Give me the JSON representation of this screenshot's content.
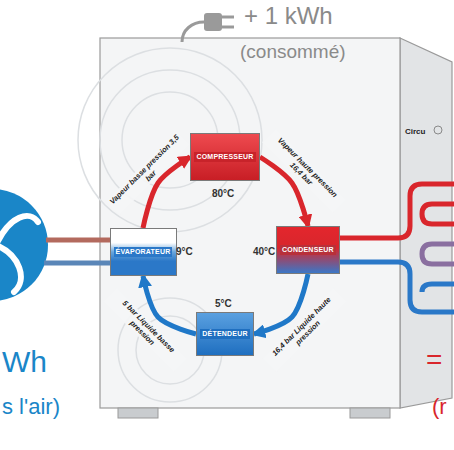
{
  "diagram": {
    "nodes": [
      {
        "text": [
          "COMPRESSEUR"
        ]
      },
      {
        "text": [
          "ÉVAPORATEUR"
        ]
      },
      {
        "text": [
          "CONDENSEUR"
        ]
      },
      {
        "text": [
          "DÉTENDEUR"
        ]
      }
    ],
    "edges": [
      {
        "from": 1,
        "to": 0,
        "arrow": "to",
        "label": "Vapeur basse pression 3,5 bar"
      },
      {
        "from": 0,
        "to": 2,
        "arrow": "to",
        "label": "Vapeur haute pression 16,4 bar"
      },
      {
        "from": 2,
        "to": 3,
        "arrow": "to",
        "label": "16,4 bar Liquide haute pression"
      },
      {
        "from": 3,
        "to": 1,
        "arrow": "to",
        "label": "5 bar Liquide basse pression"
      }
    ],
    "labels": [
      "+ 1 kWh",
      "(consommé)",
      "80°C",
      "9°C",
      "40°C",
      "5°C",
      "Wh",
      "s l'air)",
      "=",
      "(r",
      "Circu"
    ]
  }
}
